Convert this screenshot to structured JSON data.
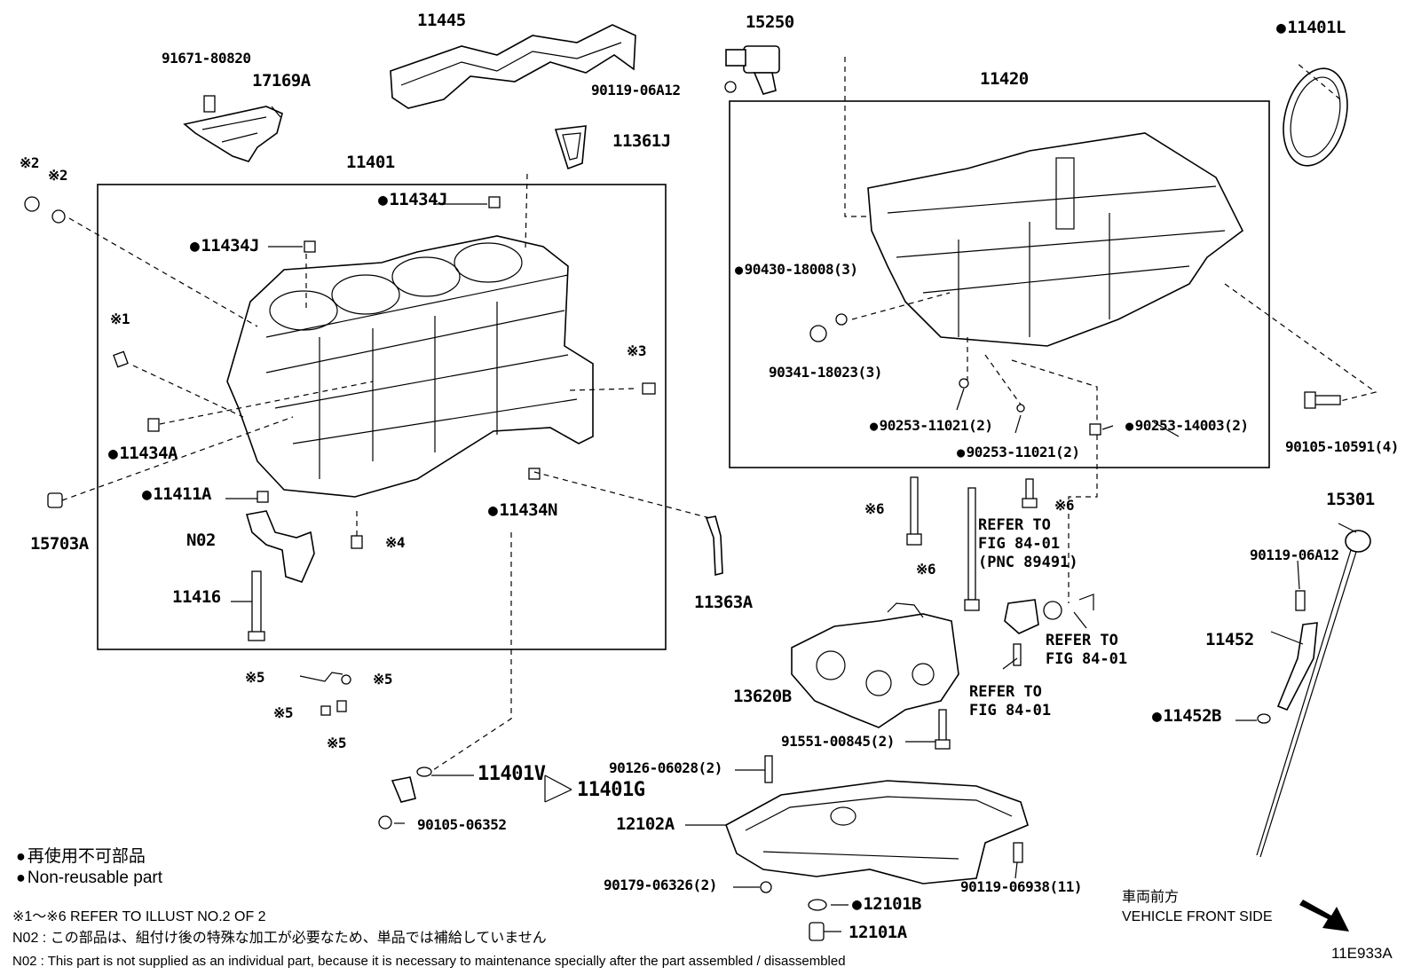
{
  "diagram_code": "11E933A",
  "legend": {
    "jp": "再使用不可部品",
    "en": "Non-reusable part"
  },
  "notes": {
    "range": "※1～※6  REFER TO ILLUST NO.2 OF 2",
    "n02_jp": "N02 : この部品は、組付け後の特殊な加工が必要なため、単品では補給していません",
    "n02_en": "N02 : This part is not supplied as an individual part, because it is necessary to maintenance specially after the part assembled / disassembled"
  },
  "front": {
    "jp": "車両前方",
    "en": "VEHICLE FRONT SIDE"
  },
  "refs": {
    "r1": "REFER TO\nFIG 84-01\n(PNC 89491)",
    "r2": "REFER TO\nFIG 84-01",
    "r3": "REFER TO\nFIG 84-01"
  },
  "parts": {
    "p11445": "11445",
    "p15250": "15250",
    "p11401L": "11401L",
    "p91671": "91671-80820",
    "p17169A": "17169A",
    "p90119a": "90119-06A12",
    "p11420": "11420",
    "p11361J": "11361J",
    "p11401": "11401",
    "p11434J_a": "11434J",
    "p11434J_b": "11434J",
    "p90430": "90430-18008(3)",
    "p90341": "90341-18023(3)",
    "p90253a": "90253-11021(2)",
    "p90253b": "90253-11021(2)",
    "p90253c": "90253-14003(2)",
    "p90105a": "90105-10591(4)",
    "p11434A": "11434A",
    "p11411A": "11411A",
    "p11434N": "11434N",
    "p15703A": "15703A",
    "pN02": "N02",
    "p11416": "11416",
    "p11363A": "11363A",
    "p15301": "15301",
    "p90119b": "90119-06A12",
    "p11452": "11452",
    "p11452B": "11452B",
    "p13620B": "13620B",
    "p91551": "91551-00845(2)",
    "p90126": "90126-06028(2)",
    "p11401V": "11401V",
    "p11401G": "11401G",
    "p90105b": "90105-06352",
    "p12102A": "12102A",
    "p90179": "90179-06326(2)",
    "p90119c": "90119-06938(11)",
    "p12101B": "12101B",
    "p12101A": "12101A"
  },
  "marks": {
    "m1": "※1",
    "m2a": "※2",
    "m2b": "※2",
    "m3": "※3",
    "m4": "※4",
    "m5a": "※5",
    "m5b": "※5",
    "m5c": "※5",
    "m5d": "※5",
    "m6a": "※6",
    "m6b": "※6",
    "m6c": "※6"
  }
}
